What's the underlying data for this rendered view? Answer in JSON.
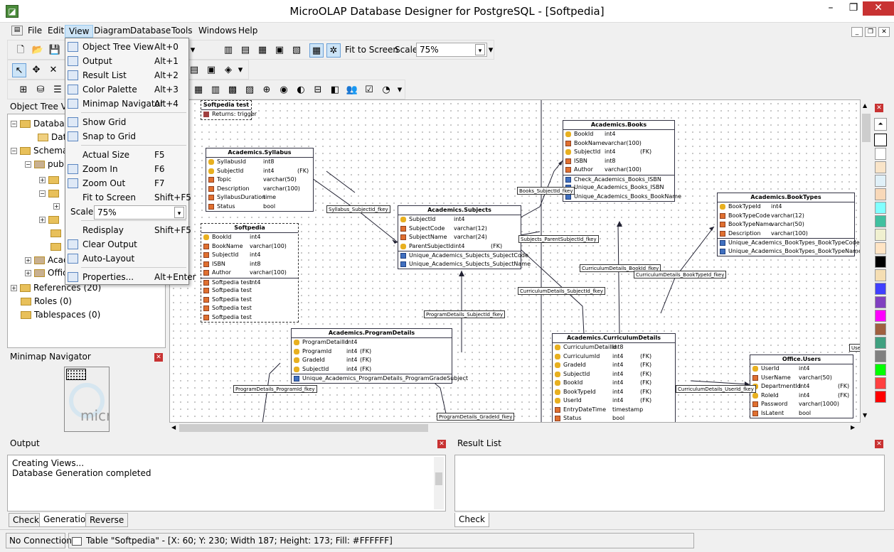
{
  "window": {
    "title": "MicroOLAP Database Designer for PostgreSQL - [Softpedia]"
  },
  "menu": [
    "File",
    "Edit",
    "View",
    "Diagram",
    "Database",
    "Tools",
    "Windows",
    "Help"
  ],
  "toolbar": {
    "fit_to_screen": "Fit to Screen",
    "scale_label": "Scale",
    "scale_value": "75%"
  },
  "view_menu": [
    {
      "label": "Object Tree View",
      "shortcut": "Alt+0",
      "icon": "tree-view-icon"
    },
    {
      "label": "Output",
      "shortcut": "Alt+1",
      "icon": "output-icon"
    },
    {
      "label": "Result List",
      "shortcut": "Alt+2",
      "icon": "result-list-icon"
    },
    {
      "label": "Color Palette",
      "shortcut": "Alt+3",
      "icon": "palette-icon"
    },
    {
      "label": "Minimap Navigator",
      "shortcut": "Alt+4",
      "icon": "minimap-icon"
    },
    {
      "label": "Show Grid",
      "shortcut": "",
      "icon": "grid-icon"
    },
    {
      "label": "Snap to Grid",
      "shortcut": "",
      "icon": "snap-icon"
    },
    {
      "label": "Actual Size",
      "shortcut": "F5",
      "icon": ""
    },
    {
      "label": "Zoom In",
      "shortcut": "F6",
      "icon": "zoom-in-icon"
    },
    {
      "label": "Zoom Out",
      "shortcut": "F7",
      "icon": "zoom-out-icon"
    },
    {
      "label": "Fit to Screen",
      "shortcut": "Shift+F5",
      "icon": ""
    },
    {
      "label": "Redisplay",
      "shortcut": "Shift+F5",
      "icon": ""
    },
    {
      "label": "Clear Output",
      "shortcut": "",
      "icon": "clear-icon"
    },
    {
      "label": "Auto-Layout",
      "shortcut": "",
      "icon": "auto-layout-icon"
    },
    {
      "label": "Properties...",
      "shortcut": "Alt+Enter",
      "icon": "properties-icon"
    }
  ],
  "view_menu_scale": {
    "label": "Scale",
    "value": "75%"
  },
  "object_tree": {
    "title": "Object Tree Vie",
    "nodes": [
      "Databas",
      "Data",
      "Schemas",
      "publ",
      "Acad",
      "Offic",
      "References (20)",
      "Roles (0)",
      "Tablespaces (0)"
    ]
  },
  "minimap": {
    "title": "Minimap Navigator",
    "watermark": "micr"
  },
  "canvas": {
    "tables": [
      {
        "name": "Softpedia test",
        "rows": [
          [
            "Returns: trigger",
            "",
            ""
          ]
        ]
      },
      {
        "name": "Academics.Syllabus",
        "rows": [
          [
            "SyllabusId",
            "int8",
            ""
          ],
          [
            "SubjectId",
            "int4",
            "(FK)"
          ],
          [
            "Topic",
            "varchar(50)",
            ""
          ],
          [
            "Description",
            "varchar(100)",
            ""
          ],
          [
            "SyllabusDuration",
            "time",
            ""
          ],
          [
            "Status",
            "bool",
            ""
          ]
        ]
      },
      {
        "name": "Softpedia",
        "rows": [
          [
            "BookId",
            "int4",
            ""
          ],
          [
            "BookName",
            "varchar(100)",
            ""
          ],
          [
            "SubjectId",
            "int4",
            ""
          ],
          [
            "ISBN",
            "int8",
            ""
          ],
          [
            "Author",
            "varchar(100)",
            ""
          ],
          [
            "Softpedia test",
            "int4",
            ""
          ],
          [
            "Softpedia test",
            "",
            ""
          ],
          [
            "Softpedia test",
            "",
            ""
          ],
          [
            "Softpedia test",
            "",
            ""
          ],
          [
            "Softpedia test",
            "",
            ""
          ]
        ]
      },
      {
        "name": "Academics.Subjects",
        "rows": [
          [
            "SubjectId",
            "int4",
            ""
          ],
          [
            "SubjectCode",
            "varchar(12)",
            ""
          ],
          [
            "SubjectName",
            "varchar(24)",
            ""
          ],
          [
            "ParentSubjectId",
            "int4",
            "(FK)"
          ],
          [
            "Unique_Academics_Subjects_SubjectCode",
            "",
            ""
          ],
          [
            "Unique_Academics_Subjects_SubjectName",
            "",
            ""
          ]
        ]
      },
      {
        "name": "Academics.Books",
        "rows": [
          [
            "BookId",
            "int4",
            ""
          ],
          [
            "BookName",
            "varchar(100)",
            ""
          ],
          [
            "SubjectId",
            "int4",
            "(FK)"
          ],
          [
            "ISBN",
            "int8",
            ""
          ],
          [
            "Author",
            "varchar(100)",
            ""
          ],
          [
            "Check_Academics_Books_ISBN",
            "",
            ""
          ],
          [
            "Unique_Academics_Books_ISBN",
            "",
            ""
          ],
          [
            "Unique_Academics_Books_BookName",
            "",
            ""
          ]
        ]
      },
      {
        "name": "Academics.BookTypes",
        "rows": [
          [
            "BookTypeId",
            "int4",
            ""
          ],
          [
            "BookTypeCode",
            "varchar(12)",
            ""
          ],
          [
            "BookTypeName",
            "varchar(50)",
            ""
          ],
          [
            "Description",
            "varchar(100)",
            ""
          ],
          [
            "Unique_Academics_BookTypes_BookTypeCode",
            "",
            ""
          ],
          [
            "Unique_Academics_BookTypes_BookTypeName",
            "",
            ""
          ]
        ]
      },
      {
        "name": "Academics.ProgramDetails",
        "rows": [
          [
            "ProgramDetailId",
            "int4",
            ""
          ],
          [
            "ProgramId",
            "int4",
            "(FK)"
          ],
          [
            "GradeId",
            "int4",
            "(FK)"
          ],
          [
            "SubjectId",
            "int4",
            "(FK)"
          ],
          [
            "Unique_Academics_ProgramDetails_ProgramGradeSubject",
            "",
            ""
          ]
        ]
      },
      {
        "name": "Academics.CurriculumDetails",
        "rows": [
          [
            "CurriculumDetailId",
            "int8",
            ""
          ],
          [
            "CurriculumId",
            "int4",
            "(FK)"
          ],
          [
            "GradeId",
            "int4",
            "(FK)"
          ],
          [
            "SubjectId",
            "int4",
            "(FK)"
          ],
          [
            "BookId",
            "int4",
            "(FK)"
          ],
          [
            "BookTypeId",
            "int4",
            "(FK)"
          ],
          [
            "UserId",
            "int4",
            "(FK)"
          ],
          [
            "EntryDateTime",
            "timestamp",
            ""
          ],
          [
            "Status",
            "bool",
            ""
          ]
        ]
      },
      {
        "name": "Office.Users",
        "rows": [
          [
            "UserId",
            "int4",
            ""
          ],
          [
            "UserName",
            "varchar(50)",
            ""
          ],
          [
            "DepartmentId",
            "int4",
            "(FK)"
          ],
          [
            "RoleId",
            "int4",
            "(FK)"
          ],
          [
            "Password",
            "varchar(1000)",
            ""
          ],
          [
            "IsLatent",
            "bool",
            ""
          ]
        ]
      }
    ],
    "relations": [
      "Books_SubjectId_fkey",
      "Syllabus_SubjectId_fkey",
      "Subjects_ParentSubjectId_fkey",
      "CurriculumDetails_BookId_fkey",
      "CurriculumDetails_BookTypeId_fkey",
      "CurriculumDetails_SubjectId_fkey",
      "ProgramDetails_SubjectId_fkey",
      "ProgramDetails_ProgramId_fkey",
      "ProgramDetails_GradeId_fkey",
      "CurriculumDetails_UserId_fkey",
      "Use"
    ]
  },
  "output": {
    "title": "Output",
    "lines": [
      "Creating Views...",
      "Database Generation completed"
    ],
    "tabs": [
      "Check",
      "Generation",
      "Reverse"
    ]
  },
  "result_list": {
    "title": "Result List",
    "tabs": [
      "Check"
    ]
  },
  "status": {
    "connection": "No Connection",
    "info": "Table \"Softpedia\" - [X: 60; Y: 230; Width 187; Height: 173; Fill: #FFFFFF]"
  },
  "palette": [
    "#ffffff",
    "#f9e4c8",
    "#e0f0f8",
    "#f8d8b8",
    "#80ffff",
    "#40c0a0",
    "#f0f0d0",
    "#ffe4c4",
    "#000000",
    "#f5deb3",
    "#4040ff",
    "#8040c0",
    "#ff00ff",
    "#a06040",
    "#40a080",
    "#808080",
    "#00ff00",
    "#ff4040",
    "#ff0000"
  ]
}
